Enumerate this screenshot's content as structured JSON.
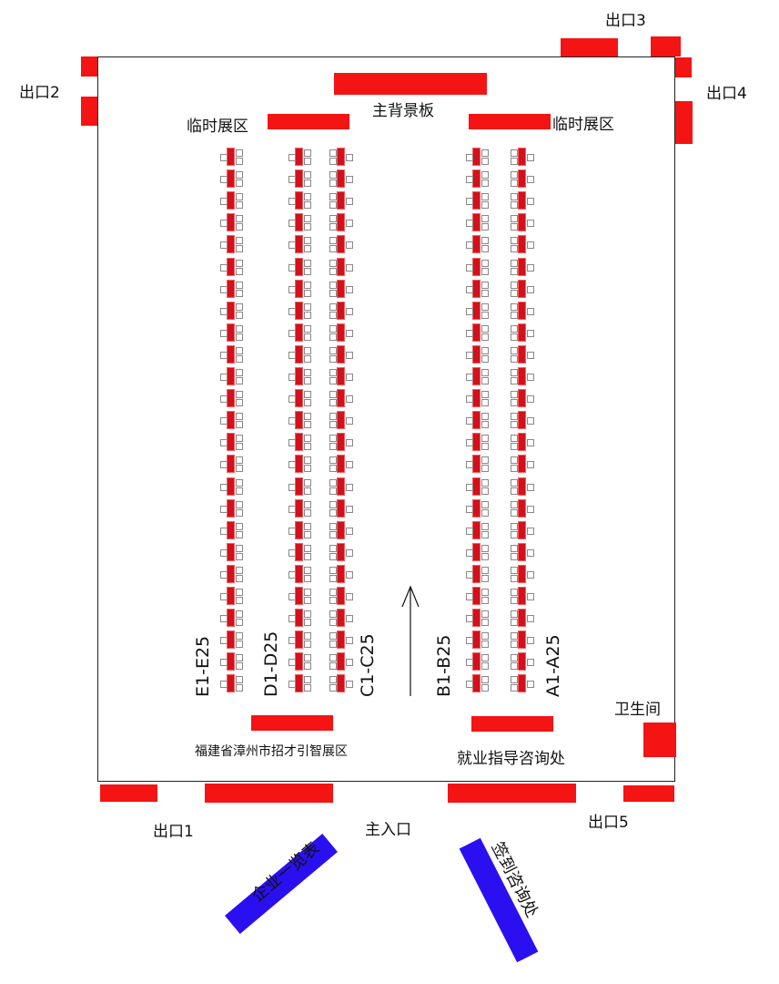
{
  "labels": {
    "main_backdrop": "主背景板",
    "temp_left": "临时展区",
    "temp_right": "临时展区",
    "exit1": "出口1",
    "exit2": "出口2",
    "exit3": "出口3",
    "exit4": "出口4",
    "exit5": "出口5",
    "main_entrance": "主入口",
    "restroom": "卫生间",
    "talent_zone": "福建省漳州市招才引智展区",
    "career_desk": "就业指导咨询处",
    "company_list": "企业一览表",
    "signin_desk": "签到咨询处"
  },
  "booth_columns": [
    {
      "id": "E",
      "label": "E1-E25",
      "count": 25,
      "chairs": "right2"
    },
    {
      "id": "D",
      "label": "D1-D25",
      "count": 25,
      "chairs": "right2"
    },
    {
      "id": "C",
      "label": "C1-C25",
      "count": 25,
      "chairs": "left2"
    },
    {
      "id": "B",
      "label": "B1-B25",
      "count": 25,
      "chairs": "right2"
    },
    {
      "id": "A",
      "label": "A1-A25",
      "count": 25,
      "chairs": "left2"
    }
  ],
  "colors": {
    "booth": "#d3101c",
    "barrier": "#f41414",
    "desk": "#2a10f0"
  }
}
